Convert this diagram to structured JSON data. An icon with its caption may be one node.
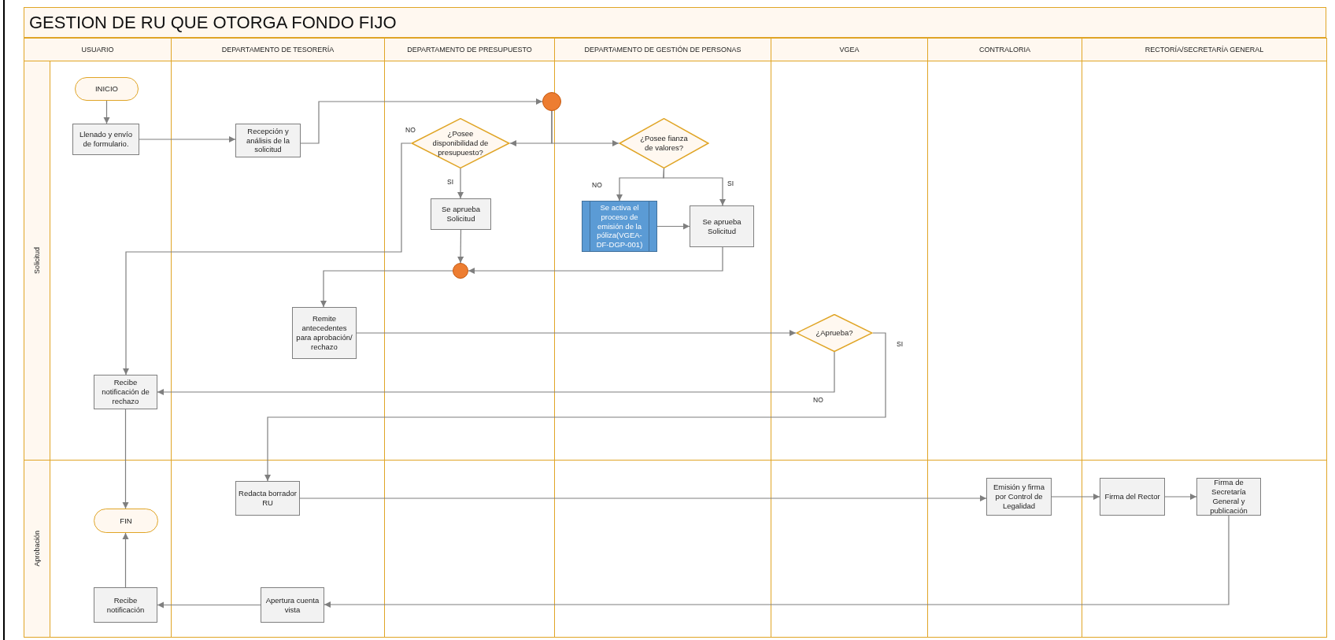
{
  "diagram": {
    "title": "GESTION DE RU QUE OTORGA FONDO FIJO",
    "nodes": [
      {
        "text": [
          "INICIO"
        ]
      },
      {
        "text": [
          "Llenado y envío de formulario."
        ]
      },
      {
        "text": [
          "Recepción y análisis de la solicitud"
        ]
      },
      {
        "text": [],
        "shape": "circle"
      },
      {
        "text": [
          "¿Posee disponibilidad de presupuesto?"
        ]
      },
      {
        "text": [
          "¿Posee fianza de valores?"
        ]
      },
      {
        "text": [
          "Se aprueba Solicitud"
        ]
      },
      {
        "text": [
          "Se activa el proceso de emisión de la póliza(VGEA-DF-DGP-001)"
        ]
      },
      {
        "text": [
          "Se aprueba Solicitud"
        ]
      },
      {
        "text": [],
        "shape": "circle"
      },
      {
        "text": [
          "Remite antecedentes para aprobación/ rechazo"
        ]
      },
      {
        "text": [
          "¿Aprueba?"
        ]
      },
      {
        "text": [
          "Recibe notificación de rechazo"
        ]
      },
      {
        "text": [
          "Redacta borrador RU"
        ]
      },
      {
        "text": [
          "Emisión y firma por Control de Legalidad"
        ]
      },
      {
        "text": [
          "Firma del Rector"
        ]
      },
      {
        "text": [
          "Firma de Secretaría General y publicación"
        ]
      },
      {
        "text": [
          "FIN"
        ]
      },
      {
        "text": [
          "Recibe notificación"
        ]
      },
      {
        "text": [
          "Apertura cuenta vista"
        ]
      }
    ],
    "edges": [
      {
        "from": 0,
        "to": 1,
        "arrow": "to"
      },
      {
        "from": 1,
        "to": 2,
        "arrow": "to"
      },
      {
        "from": 2,
        "to": 3,
        "arrow": "to"
      },
      {
        "from": 3,
        "to": 4,
        "arrow": "to"
      },
      {
        "from": 3,
        "to": 5,
        "arrow": "to"
      },
      {
        "from": 4,
        "to": 6,
        "arrow": "to",
        "label": "SI"
      },
      {
        "from": 4,
        "to": 12,
        "arrow": "to",
        "label": "NO"
      },
      {
        "from": 5,
        "to": 7,
        "arrow": "to",
        "label": "NO"
      },
      {
        "from": 5,
        "to": 8,
        "arrow": "to",
        "label": "SI"
      },
      {
        "from": 7,
        "to": 8,
        "arrow": "to"
      },
      {
        "from": 6,
        "to": 9,
        "arrow": "to"
      },
      {
        "from": 8,
        "to": 9,
        "arrow": "to"
      },
      {
        "from": 9,
        "to": 10,
        "arrow": "to"
      },
      {
        "from": 10,
        "to": 11,
        "arrow": "to"
      },
      {
        "from": 11,
        "to": 12,
        "arrow": "to",
        "label": "NO"
      },
      {
        "from": 11,
        "to": 13,
        "arrow": "to",
        "label": "SI"
      },
      {
        "from": 12,
        "to": 17,
        "arrow": "to"
      },
      {
        "from": 13,
        "to": 14,
        "arrow": "to"
      },
      {
        "from": 14,
        "to": 15,
        "arrow": "to"
      },
      {
        "from": 15,
        "to": 16,
        "arrow": "to"
      },
      {
        "from": 16,
        "to": 19,
        "arrow": "to"
      },
      {
        "from": 19,
        "to": 18,
        "arrow": "to"
      },
      {
        "from": 18,
        "to": 17,
        "arrow": "to"
      }
    ],
    "labels": [
      "USUARIO",
      "DEPARTAMENTO DE TESORERÍA",
      "DEPARTAMENTO DE PRESUPUESTO",
      "DEPARTAMENTO DE GESTIÓN DE PERSONAS",
      "VGEA",
      "CONTRALORIA",
      "RECTORÍA/SECRETARÍA GENERAL",
      "Solicitud",
      "Aprobación"
    ]
  }
}
